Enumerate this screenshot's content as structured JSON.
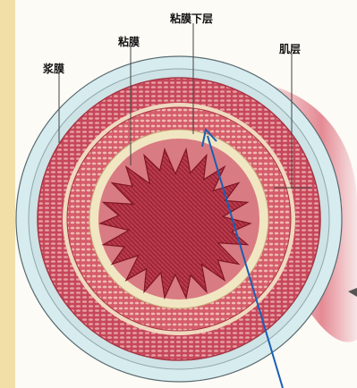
{
  "labels": {
    "serosa": "浆膜",
    "mucosa": "粘膜",
    "submucosa": "粘膜下层",
    "muscularis": "肌层"
  },
  "colors": {
    "page_bg": "#f6e7b9",
    "panel_bg": "#fdfbf5",
    "outer_disc": "#d7ecef",
    "serosa_ring": "#cde3e6",
    "muscle_outer": "#c9495a",
    "muscle_inner": "#d45a66",
    "pale_band": "#efd9bf",
    "submucosa": "#f1e6c2",
    "lumen": "#b8323f",
    "pointer_line": "#1a5fb4"
  }
}
